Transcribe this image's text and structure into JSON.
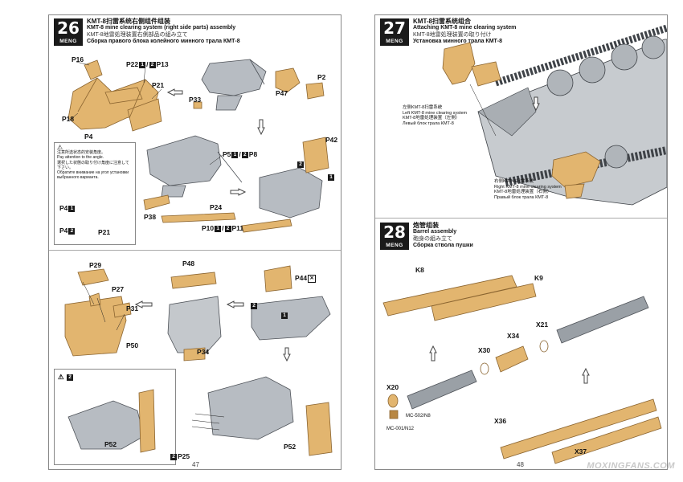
{
  "steps": [
    {
      "number": "26",
      "brand": "MENG",
      "title_cn": "KMT-8扫雷系统右侧组件组装",
      "title_en": "KMT-8 mine clearing system (right side parts) assembly",
      "title_jp": "KMT-8地雷処理装置右側部品の組み立て",
      "title_ru": "Сборка правого блока колейного минного трала КМТ-8"
    },
    {
      "number": "27",
      "brand": "MENG",
      "title_cn": "KMT-8扫雷系统组合",
      "title_en": "Attaching KMT-8 mine clearing system",
      "title_jp": "KMT-8地雷処理装置の取り付け",
      "title_ru": "Установка минного трала КМТ-8"
    },
    {
      "number": "28",
      "brand": "MENG",
      "title_cn": "炮管组装",
      "title_en": "Barrel assembly",
      "title_jp": "砲身の組み立て",
      "title_ru": "Сборка ствола пушки"
    }
  ],
  "attention": {
    "cn": "注意所选状态的安装角度。",
    "en": "Pay attention to the angle.",
    "jp": "選択した状態の取り付け角度に注意して下さい。",
    "ru": "Обратите внимание на угол установки выбранного варианта."
  },
  "markers": {
    "one": "1",
    "two": "2",
    "warning": "⚠"
  },
  "parts": {
    "p16": "P16",
    "p22": "P22",
    "p13": "P13",
    "p21": "P21",
    "p18": "P18",
    "p4": "P4",
    "p33": "P33",
    "p47": "P47",
    "p2": "P2",
    "p5": "P5",
    "p8": "P8",
    "p42": "P42",
    "p38": "P38",
    "p24": "P24",
    "p10": "P10",
    "p11": "P11",
    "p29": "P29",
    "p27": "P27",
    "p31": "P31",
    "p50": "P50",
    "p48": "P48",
    "p34": "P34",
    "p44": "P44",
    "p52": "P52",
    "p25": "P25",
    "k8": "K8",
    "k9": "K9",
    "x34": "X34",
    "x21": "X21",
    "x30": "X30",
    "x20": "X20",
    "x36": "X36",
    "x37": "X37"
  },
  "callouts": {
    "left": {
      "cn": "左侧KMT-8扫雷系统",
      "en": "Left KMT-8 mine clearing system",
      "jp": "KMT-8地雷処理装置（左側）",
      "ru": "Левый блок трала КМТ-8"
    },
    "right": {
      "cn": "右侧KMT-8扫雷系统",
      "en": "Right KMT-8 mine clearing system",
      "jp": "KMT-8地雷処理装置（右側）",
      "ru": "Правый блок трала КМТ-8"
    }
  },
  "paint_codes": {
    "mc502": "MC-502/N8",
    "mc001": "MC-001/N12"
  },
  "page_numbers": {
    "left": "47",
    "right": "48"
  },
  "watermark": "MOXINGFANS.COM",
  "colors": {
    "tan": "#e2b56f",
    "tan_dark": "#b88743",
    "grey": "#9aa0a6",
    "grey_dark": "#5d6268",
    "step_box": "#1a1a1a"
  }
}
